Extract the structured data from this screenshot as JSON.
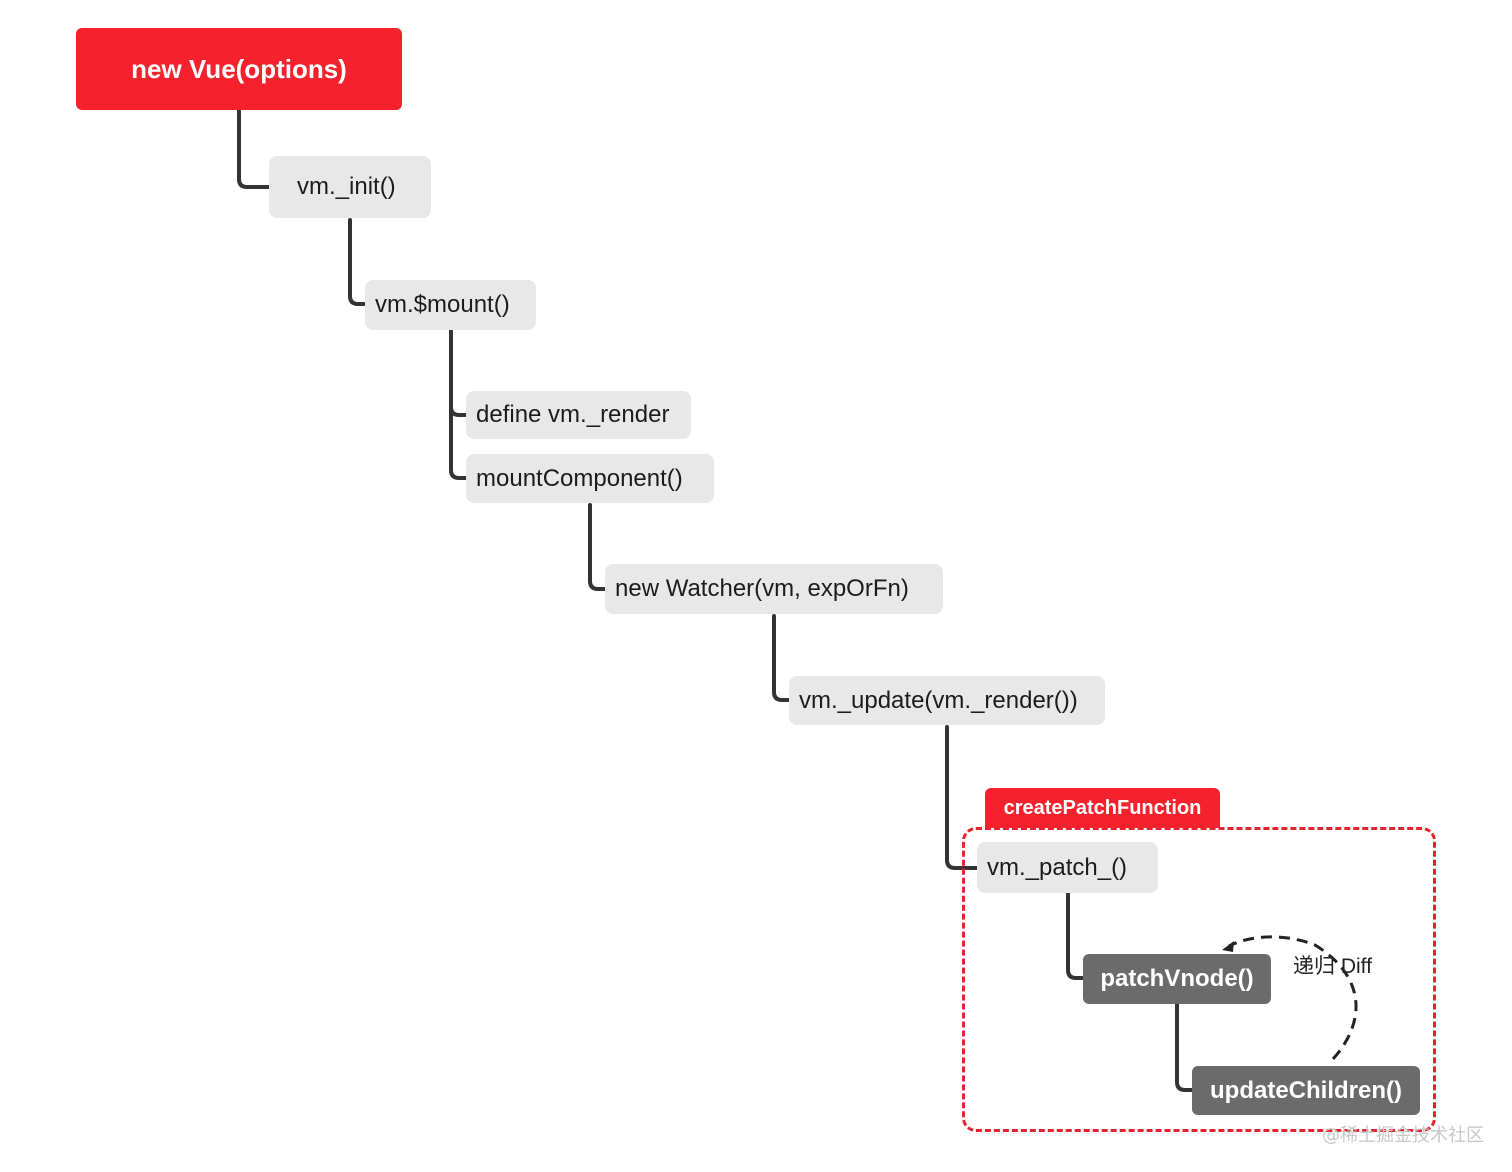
{
  "diagram": {
    "root": {
      "label": "new Vue(options)"
    },
    "nodes": {
      "vm_init": {
        "label": "vm._init()"
      },
      "vm_mount": {
        "label": "vm.$mount()"
      },
      "define_render": {
        "label": "define vm._render"
      },
      "mount_component": {
        "label": "mountComponent()"
      },
      "new_watcher": {
        "label": "new Watcher(vm, expOrFn)"
      },
      "vm_update": {
        "label": "vm._update(vm._render())"
      },
      "vm_patch": {
        "label": "vm._patch_()"
      },
      "patch_vnode": {
        "label": "patchVnode()"
      },
      "update_children": {
        "label": "updateChildren()"
      }
    },
    "group": {
      "label": "createPatchFunction"
    },
    "recursion": {
      "label": "递归 Diff"
    },
    "watermark": "@稀土掘金技术社区"
  },
  "colors": {
    "accent_red": "#f5222d",
    "node_light": "#e8e8e8",
    "node_dark": "#6b6b6b",
    "connector": "#333333",
    "group_border": "#e2242f"
  }
}
